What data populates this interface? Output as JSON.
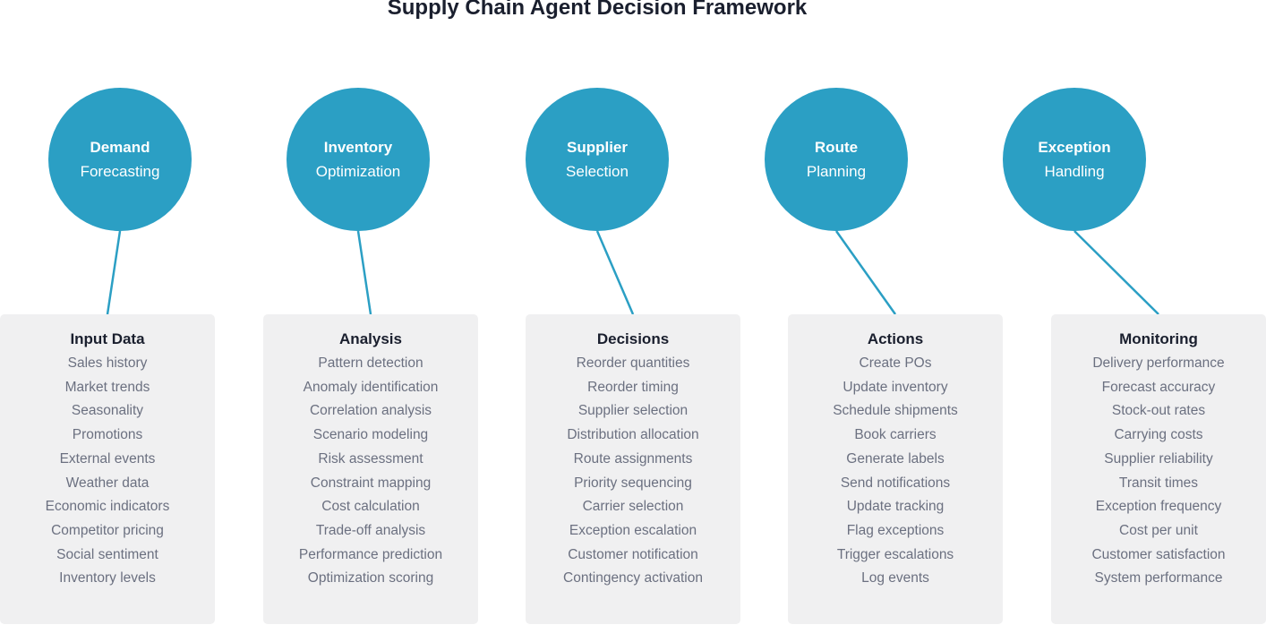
{
  "title": "Supply Chain Agent Decision Framework",
  "colors": {
    "circle_fill": "#2b9fc4",
    "connector": "#2b9fc4",
    "box_fill": "#f0f0f1",
    "title_text": "#1a1f2e",
    "item_text": "#6b7080"
  },
  "stages": [
    {
      "bold": "Demand",
      "normal": "Forecasting"
    },
    {
      "bold": "Inventory",
      "normal": "Optimization"
    },
    {
      "bold": "Supplier",
      "normal": "Selection"
    },
    {
      "bold": "Route",
      "normal": "Planning"
    },
    {
      "bold": "Exception",
      "normal": "Handling"
    }
  ],
  "boxes": [
    {
      "title": "Input Data",
      "items": [
        "Sales history",
        "Market trends",
        "Seasonality",
        "Promotions",
        "External events",
        "Weather data",
        "Economic indicators",
        "Competitor pricing",
        "Social sentiment",
        "Inventory levels"
      ]
    },
    {
      "title": "Analysis",
      "items": [
        "Pattern detection",
        "Anomaly identification",
        "Correlation analysis",
        "Scenario modeling",
        "Risk assessment",
        "Constraint mapping",
        "Cost calculation",
        "Trade-off analysis",
        "Performance prediction",
        "Optimization scoring"
      ]
    },
    {
      "title": "Decisions",
      "items": [
        "Reorder quantities",
        "Reorder timing",
        "Supplier selection",
        "Distribution allocation",
        "Route assignments",
        "Priority sequencing",
        "Carrier selection",
        "Exception escalation",
        "Customer notification",
        "Contingency activation"
      ]
    },
    {
      "title": "Actions",
      "items": [
        "Create POs",
        "Update inventory",
        "Schedule shipments",
        "Book carriers",
        "Generate labels",
        "Send notifications",
        "Update tracking",
        "Flag exceptions",
        "Trigger escalations",
        "Log events"
      ]
    },
    {
      "title": "Monitoring",
      "items": [
        "Delivery performance",
        "Forecast accuracy",
        "Stock-out rates",
        "Carrying costs",
        "Supplier reliability",
        "Transit times",
        "Exception frequency",
        "Cost per unit",
        "Customer satisfaction",
        "System performance"
      ]
    }
  ]
}
